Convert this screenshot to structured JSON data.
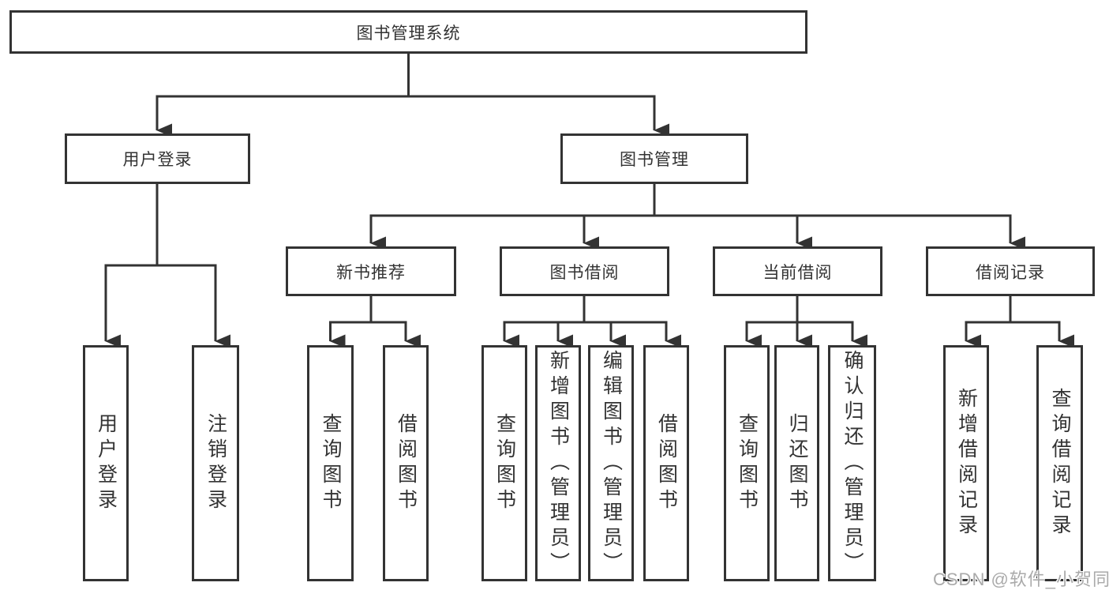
{
  "diagram": {
    "watermark": "CSDN @软件_小贺同学",
    "colors": {
      "line": "#333333",
      "box_border": "#333333",
      "box_fill": "#ffffff",
      "text": "#333333",
      "watermark_text": "#aaaaaa"
    },
    "tree": {
      "root": {
        "label": "图书管理系统",
        "children": [
          {
            "label": "用户登录",
            "children": [
              {
                "label": "用户登录"
              },
              {
                "label": "注销登录"
              }
            ]
          },
          {
            "label": "图书管理",
            "children": [
              {
                "label": "新书推荐",
                "children": [
                  {
                    "label": "查询图书"
                  },
                  {
                    "label": "借阅图书"
                  }
                ]
              },
              {
                "label": "图书借阅",
                "children": [
                  {
                    "label": "查询图书"
                  },
                  {
                    "label": "新增图书（管理员）"
                  },
                  {
                    "label": "编辑图书（管理员）"
                  },
                  {
                    "label": "借阅图书"
                  }
                ]
              },
              {
                "label": "当前借阅",
                "children": [
                  {
                    "label": "查询图书"
                  },
                  {
                    "label": "归还图书"
                  },
                  {
                    "label": "确认归还（管理员）"
                  }
                ]
              },
              {
                "label": "借阅记录",
                "children": [
                  {
                    "label": "新增借阅记录"
                  },
                  {
                    "label": "查询借阅记录"
                  }
                ]
              }
            ]
          }
        ]
      }
    }
  }
}
